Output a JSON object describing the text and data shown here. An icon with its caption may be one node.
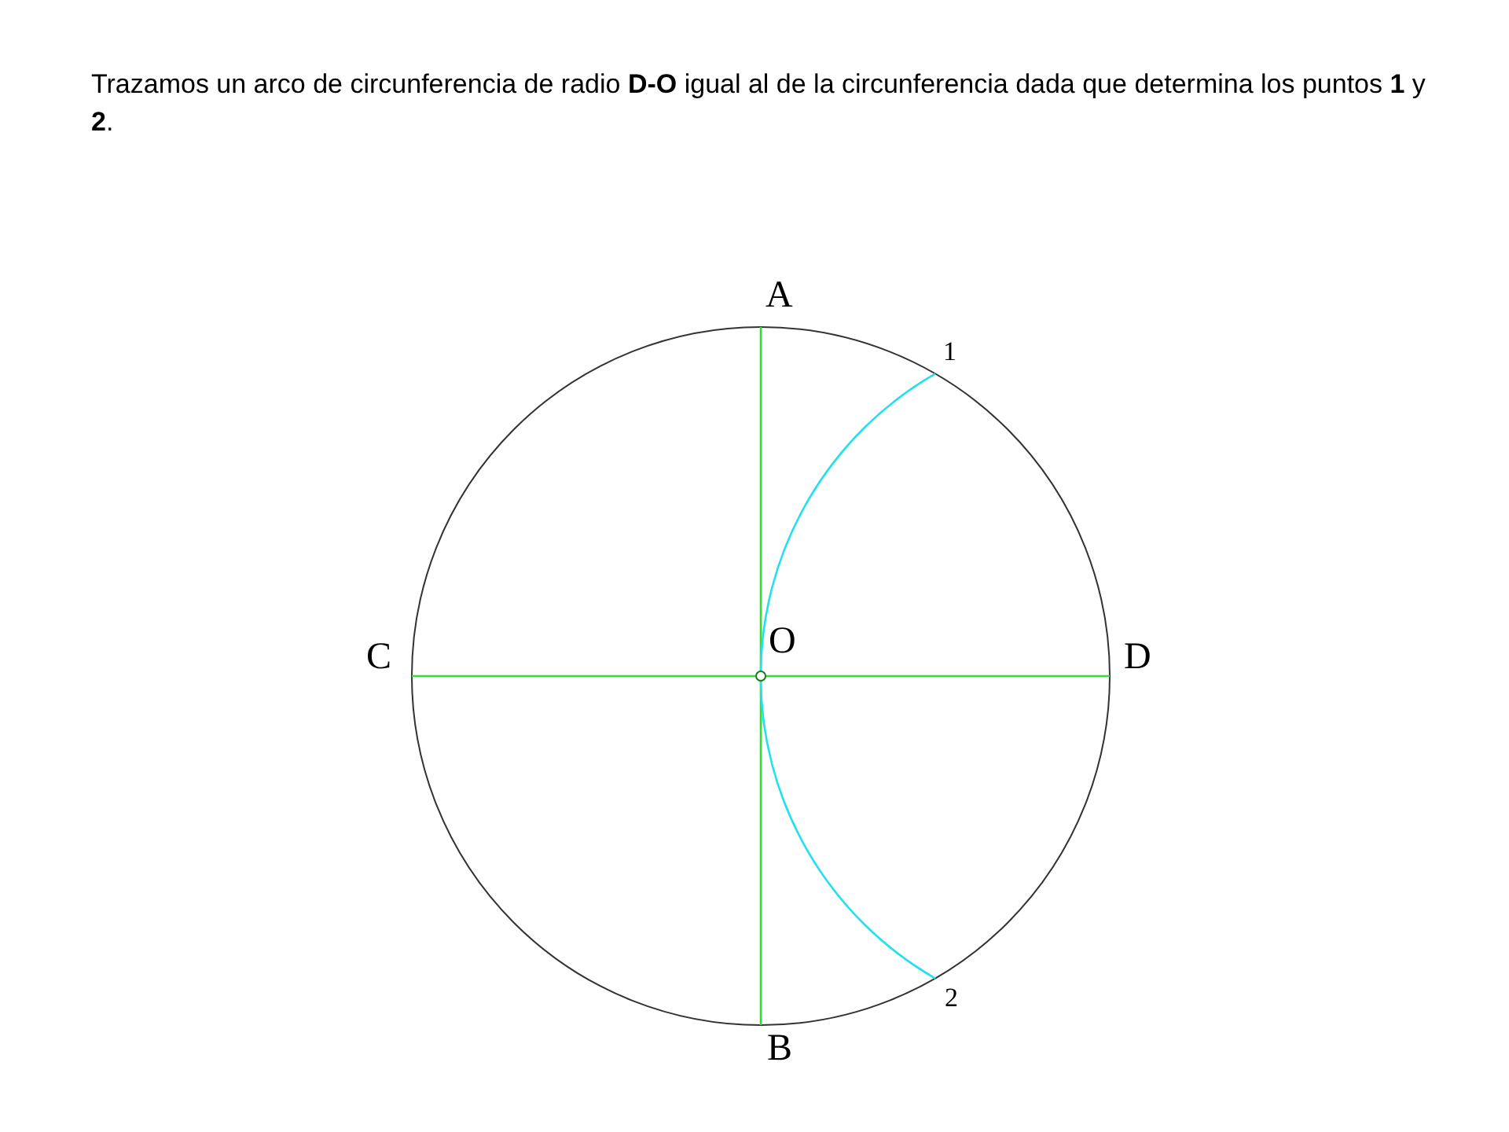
{
  "diagram": {
    "title": "Trazamos un arco de circunferencia de radio **D-O** igual al de la circunferencia dada que determina los puntos **1** y **2**.",
    "labels": [
      "A",
      "1",
      "C",
      "O",
      "D",
      "2",
      "B"
    ]
  }
}
